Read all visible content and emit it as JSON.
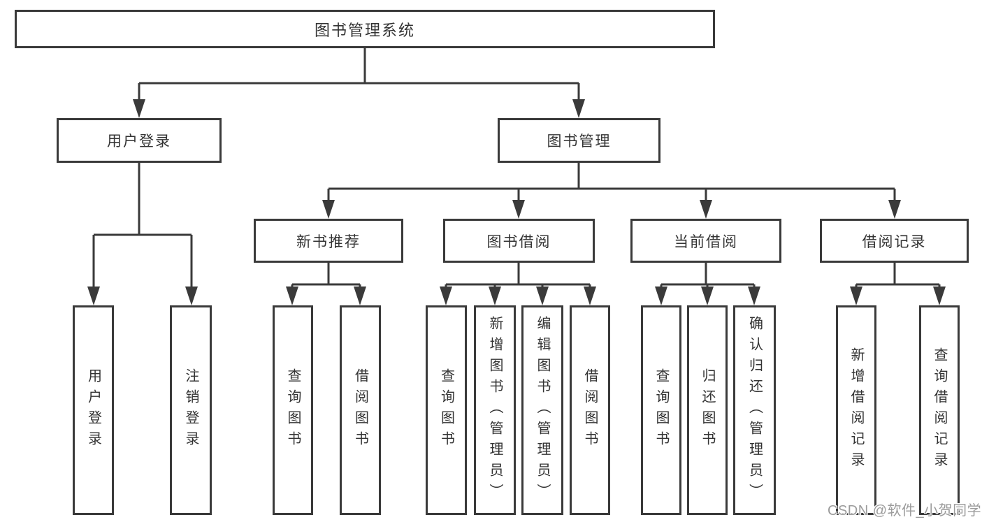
{
  "colors": {
    "background": "#ffffff",
    "line": "#3a3a3a",
    "text": "#333333",
    "watermark_gray": "#9b9b9b"
  },
  "watermark": {
    "text": "CSDN @软件_小贺同学"
  },
  "diagram": {
    "type": "hierarchy-tree",
    "root": {
      "label": "图书管理系统"
    },
    "level2": [
      {
        "label": "用户登录",
        "children": [
          {
            "label": "用户登录"
          },
          {
            "label": "注销登录"
          }
        ]
      },
      {
        "label": "图书管理",
        "children": [
          {
            "label": "新书推荐",
            "children": [
              {
                "label": "查询图书"
              },
              {
                "label": "借阅图书"
              }
            ]
          },
          {
            "label": "图书借阅",
            "children": [
              {
                "label": "查询图书"
              },
              {
                "label": "新增图书（管理员）"
              },
              {
                "label": "编辑图书（管理员）"
              },
              {
                "label": "借阅图书"
              }
            ]
          },
          {
            "label": "当前借阅",
            "children": [
              {
                "label": "查询图书"
              },
              {
                "label": "归还图书"
              },
              {
                "label": "确认归还（管理员）"
              }
            ]
          },
          {
            "label": "借阅记录",
            "children": [
              {
                "label": "新增借阅记录"
              },
              {
                "label": "查询借阅记录"
              }
            ]
          }
        ]
      }
    ]
  }
}
